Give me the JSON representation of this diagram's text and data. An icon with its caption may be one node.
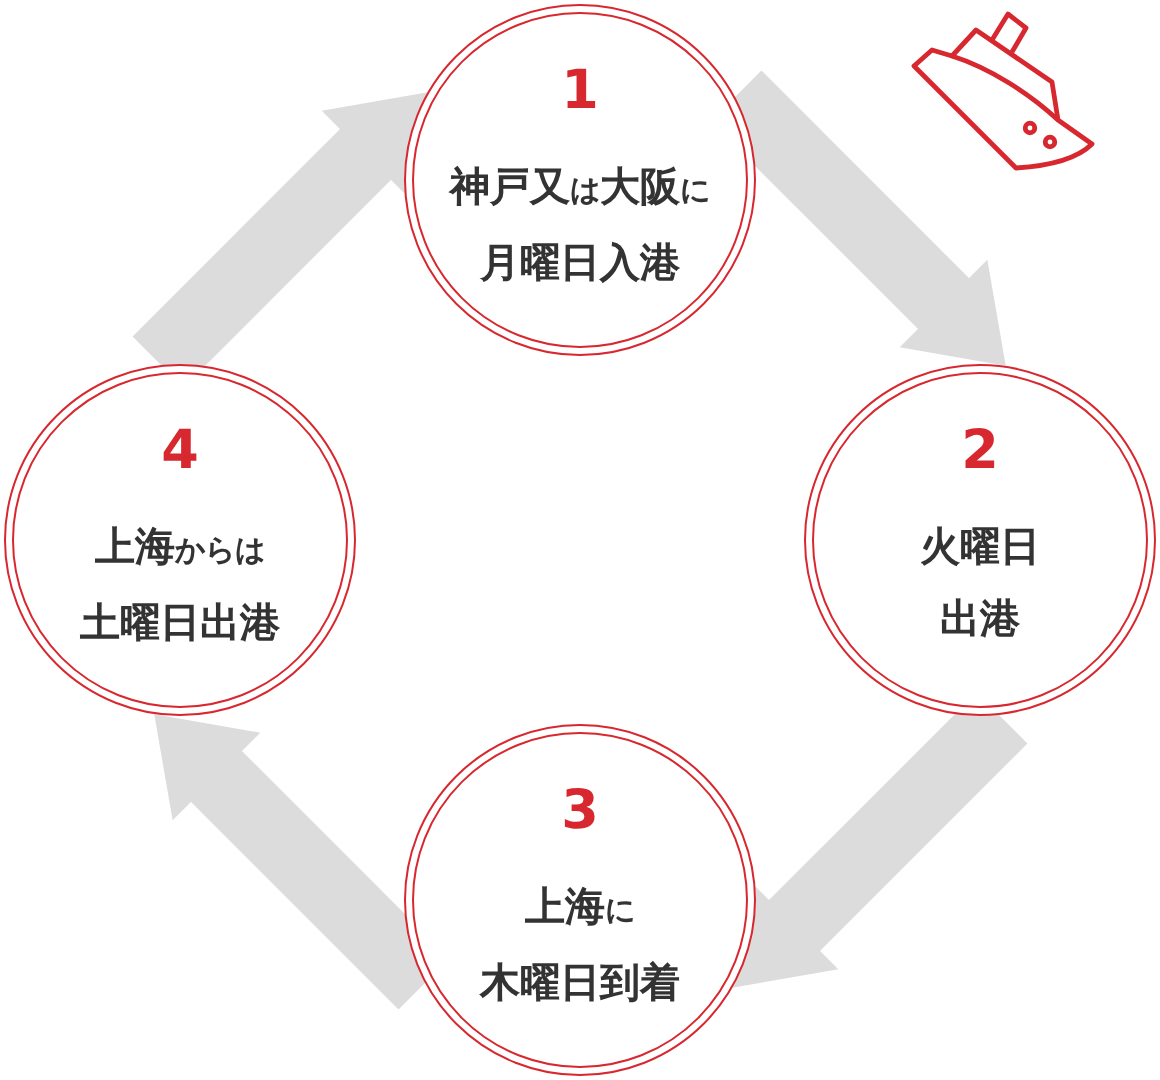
{
  "diagram": {
    "nodes": [
      {
        "text": [
          "1",
          "神戸又は大阪に月曜日入港"
        ]
      },
      {
        "text": [
          "2",
          "火曜日出港"
        ]
      },
      {
        "text": [
          "3",
          "上海に木曜日到着"
        ]
      },
      {
        "text": [
          "4",
          "上海からは土曜日出港"
        ]
      }
    ],
    "edges": [
      {
        "from": 0,
        "to": 1,
        "arrow": "to"
      },
      {
        "from": 1,
        "to": 2,
        "arrow": "to"
      },
      {
        "from": 2,
        "to": 3,
        "arrow": "to"
      },
      {
        "from": 3,
        "to": 0,
        "arrow": "to"
      }
    ]
  }
}
